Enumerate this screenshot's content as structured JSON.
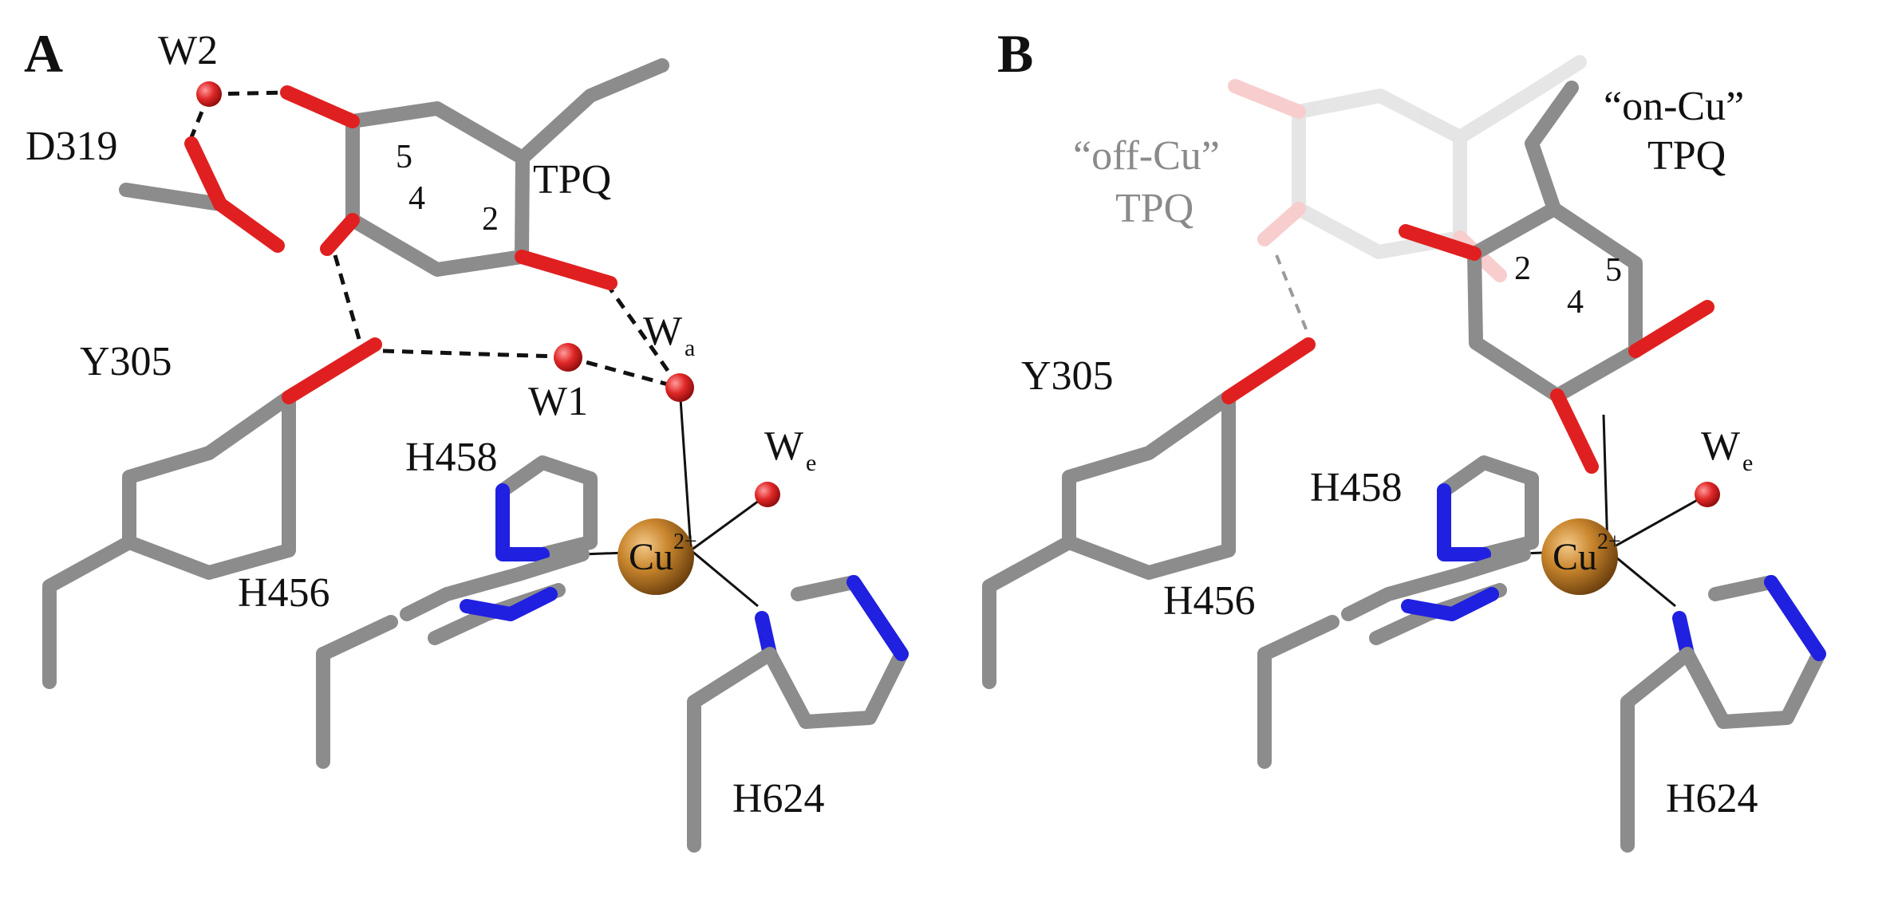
{
  "panels": [
    {
      "letter": "A",
      "labels": {
        "w2": "W2",
        "d319": "D319",
        "tpq": "TPQ",
        "ring_5": "5",
        "ring_4": "4",
        "ring_2": "2",
        "y305": "Y305",
        "w1": "W1",
        "wa": "W",
        "wa_sub": "a",
        "we": "W",
        "we_sub": "e",
        "h458": "H458",
        "h456": "H456",
        "cu": "Cu",
        "cu_charge": "2+",
        "h624": "H624"
      }
    },
    {
      "letter": "B",
      "labels": {
        "on_cu_1": "“on-Cu”",
        "on_cu_2": "TPQ",
        "off_cu_1": "“off-Cu”",
        "off_cu_2": "TPQ",
        "ring_2": "2",
        "ring_4": "4",
        "ring_5": "5",
        "y305": "Y305",
        "we": "W",
        "we_sub": "e",
        "h458": "H458",
        "h456": "H456",
        "cu": "Cu",
        "cu_charge": "2+",
        "h624": "H624"
      }
    }
  ],
  "colors": {
    "carbon": "#8c8c8c",
    "oxygen": "#e02020",
    "nitrogen": "#2020e0",
    "copper": "#b87a28",
    "water": "#e02828"
  }
}
